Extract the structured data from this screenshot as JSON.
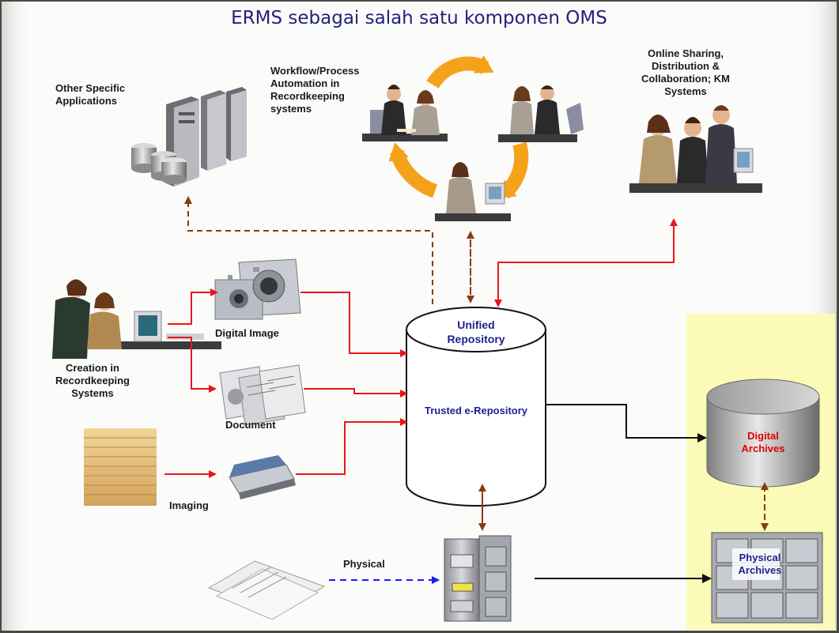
{
  "title": "ERMS sebagai salah satu komponen OMS",
  "labels": {
    "other_apps": "Other Specific\nApplications",
    "workflow": "Workflow/Process\nAutomation in\nRecordkeeping\nsystems",
    "online_sharing": "Online Sharing,\nDistribution &\nCollaboration; KM\nSystems",
    "digital_image": "Digital Image",
    "creation": "Creation in\nRecordkeeping\nSystems",
    "document": "Document",
    "imaging": "Imaging",
    "physical": "Physical",
    "unified_repository": "Unified\nRepository",
    "trusted_repository": "Trusted e-Repository",
    "digital_archives": "Digital\nArchives",
    "physical_archives": "Physical\nArchives"
  },
  "colors": {
    "title": "#22227a",
    "red_arrow": "#e8161b",
    "brown_dashed": "#8b3a10",
    "blue_dashed": "#1a1aff",
    "archive_panel": "#fbfbb7",
    "orange_cycle": "#f5a21b",
    "repository_label": "#1f1f8f",
    "digital_archives_label": "#e00000"
  },
  "icons": [
    "server-icon",
    "office-people-icon",
    "camera-icon",
    "document-icon",
    "scanner-icon",
    "file-folder-stack-icon",
    "paper-stack-icon",
    "filing-cabinet-icon",
    "database-cylinder-icon"
  ]
}
